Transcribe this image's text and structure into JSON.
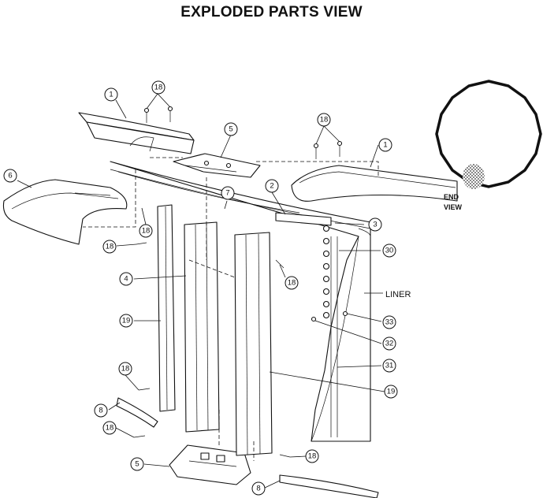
{
  "title": "EXPLODED PARTS VIEW",
  "end_view_label_line1": "END",
  "end_view_label_line2": "VIEW",
  "liner_label": "LINER",
  "callouts": [
    {
      "id": "c1a",
      "num": "1"
    },
    {
      "id": "c18a",
      "num": "18"
    },
    {
      "id": "c5a",
      "num": "5"
    },
    {
      "id": "c18b",
      "num": "18"
    },
    {
      "id": "c1b",
      "num": "1"
    },
    {
      "id": "c6",
      "num": "6"
    },
    {
      "id": "c7",
      "num": "7"
    },
    {
      "id": "c2",
      "num": "2"
    },
    {
      "id": "c18c",
      "num": "18"
    },
    {
      "id": "c3",
      "num": "3"
    },
    {
      "id": "c18d",
      "num": "18"
    },
    {
      "id": "c30",
      "num": "30"
    },
    {
      "id": "c4",
      "num": "4"
    },
    {
      "id": "c18e",
      "num": "18"
    },
    {
      "id": "c19a",
      "num": "19"
    },
    {
      "id": "c33",
      "num": "33"
    },
    {
      "id": "c32",
      "num": "32"
    },
    {
      "id": "c31",
      "num": "31"
    },
    {
      "id": "c18f",
      "num": "18"
    },
    {
      "id": "c19b",
      "num": "19"
    },
    {
      "id": "c8a",
      "num": "8"
    },
    {
      "id": "c18g",
      "num": "18"
    },
    {
      "id": "c18h",
      "num": "18"
    },
    {
      "id": "c5b",
      "num": "5"
    },
    {
      "id": "c8b",
      "num": "8"
    }
  ]
}
